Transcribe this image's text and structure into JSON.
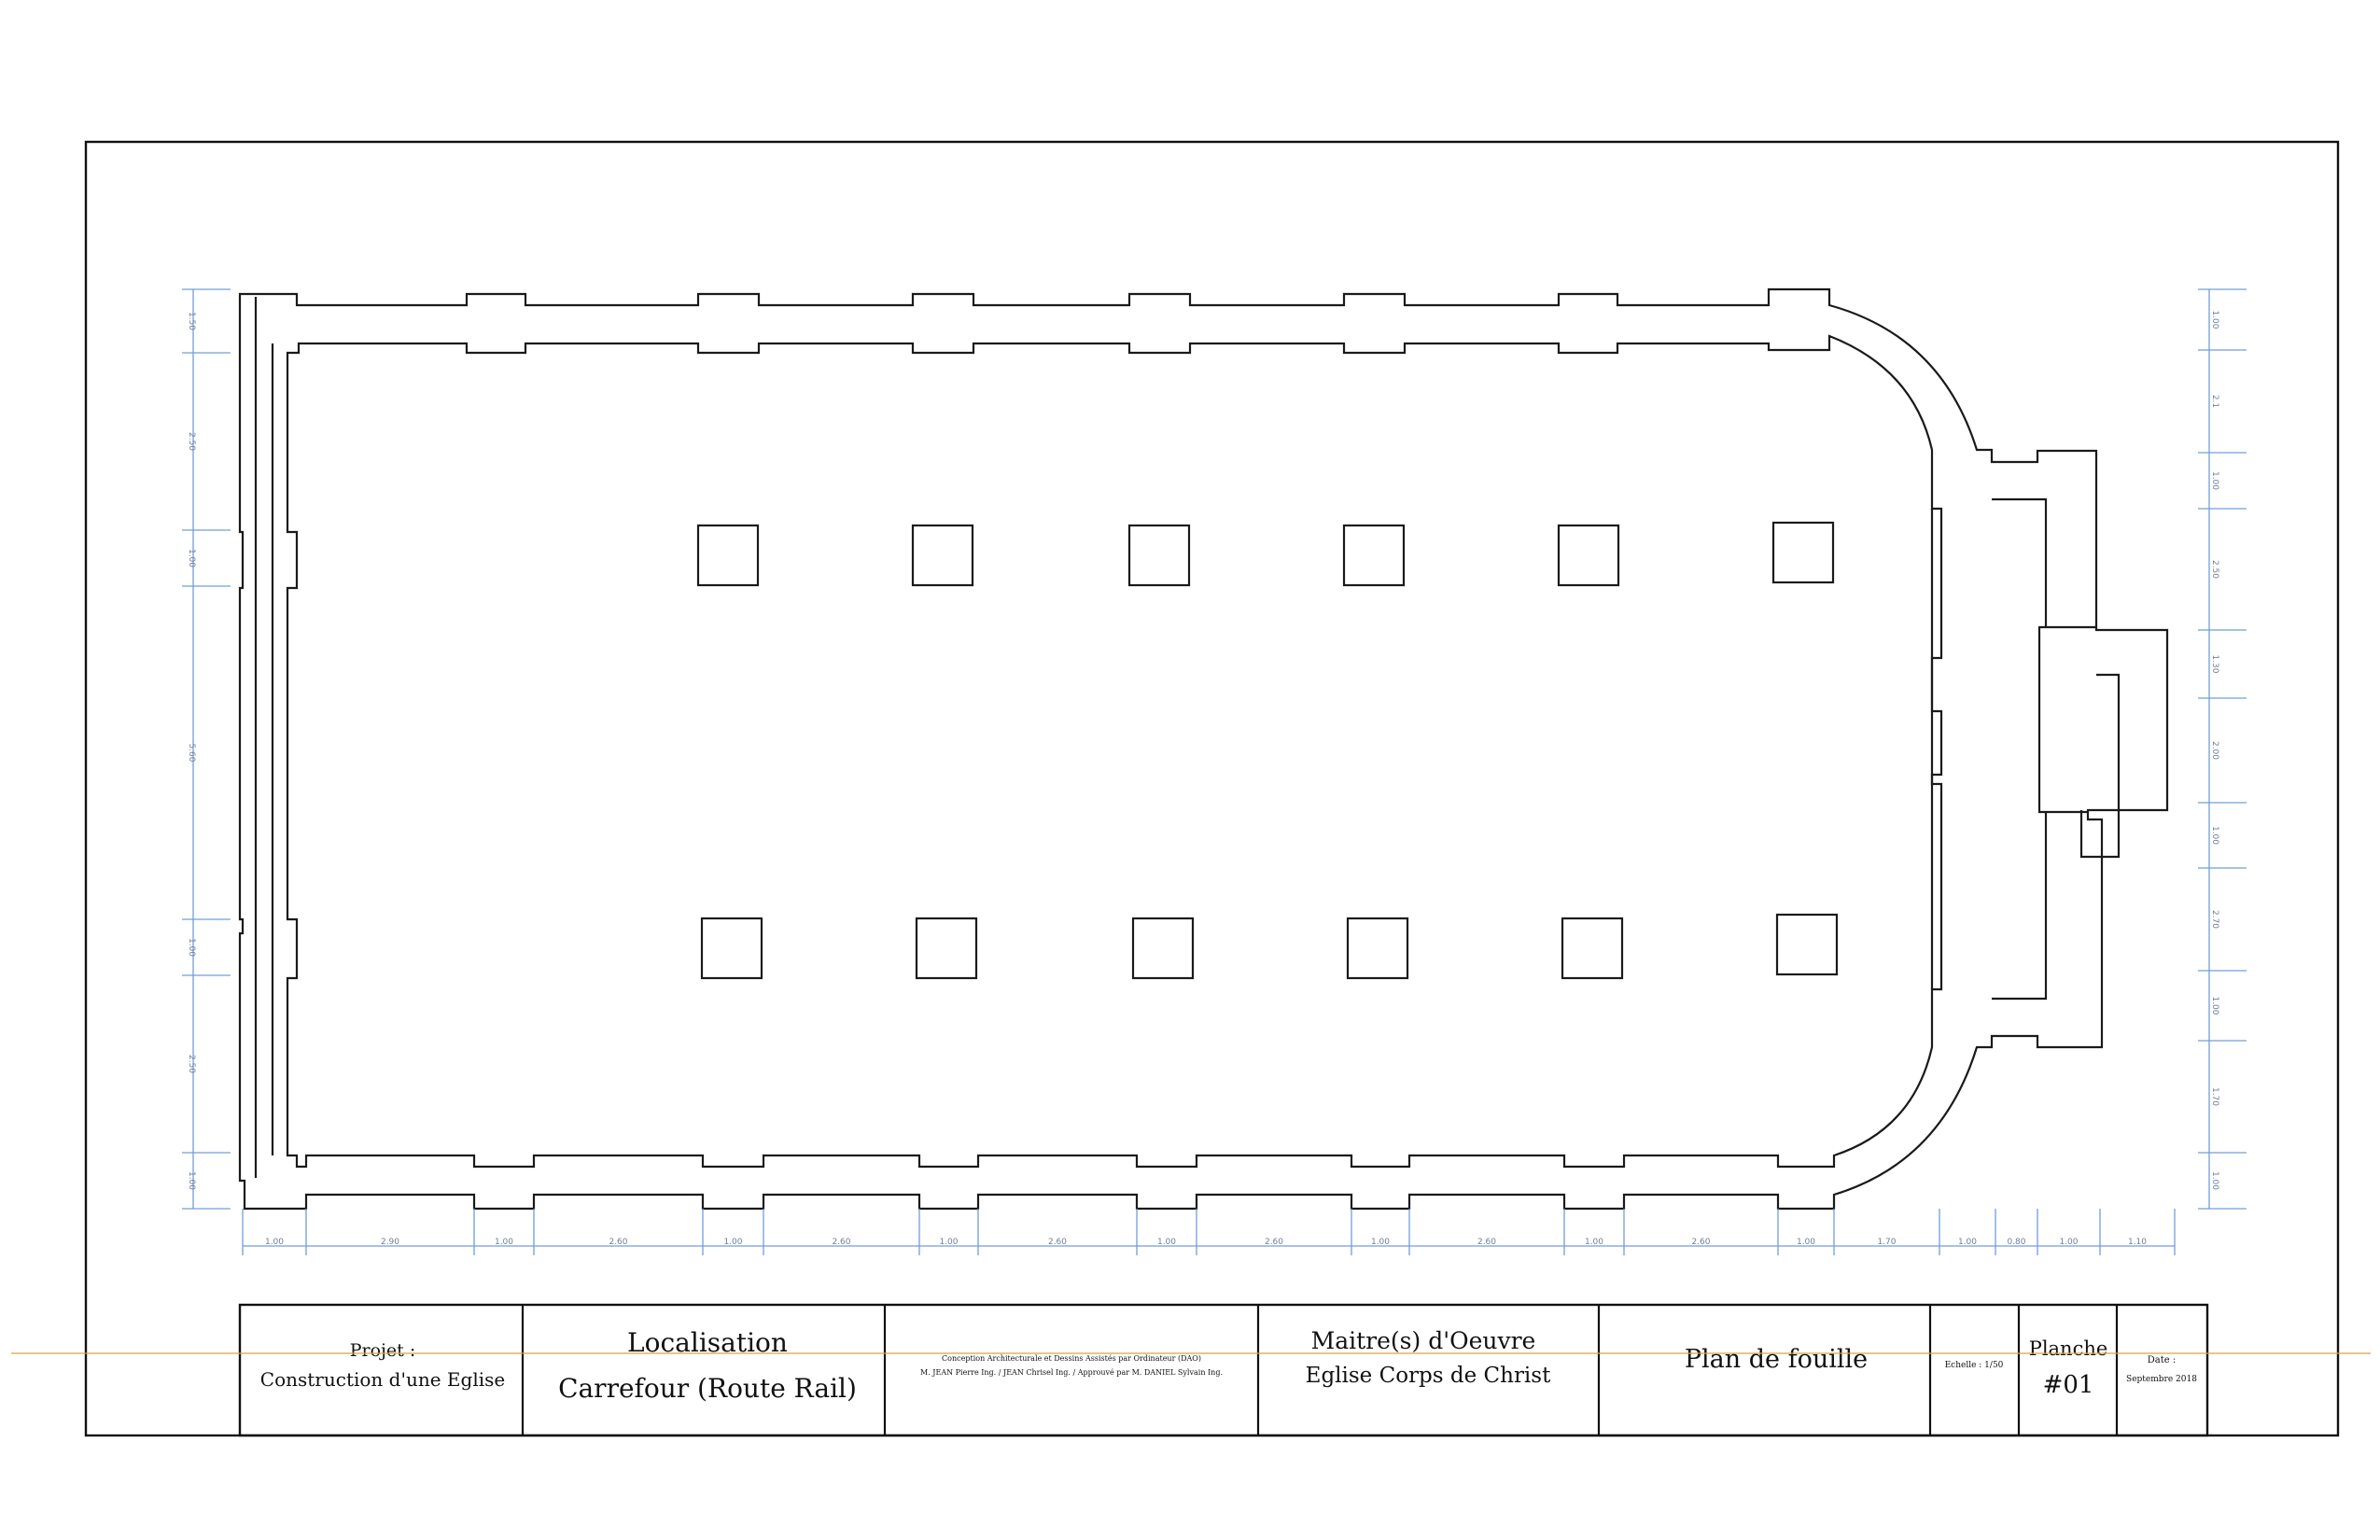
{
  "title_block": {
    "projet_label": "Projet :",
    "projet_value": "Construction d'une Eglise",
    "localisation_label": "Localisation",
    "localisation_value": "Carrefour (Route Rail)",
    "credits_line1": "Conception Architecturale et Dessins Assistés par Ordinateur (DAO)",
    "credits_line2": "M. JEAN Pierre Ing. / JEAN Chrisel Ing. / Approuvé par M. DANIEL Sylvain Ing.",
    "maitre_label": "Maitre(s) d'Oeuvre",
    "maitre_value": "Eglise Corps de Christ",
    "plan_title": "Plan de fouille",
    "echelle": "Echelle : 1/50",
    "planche_label": "Planche",
    "planche_value": "#01",
    "date_label": "Date :",
    "date_value": "Septembre 2018"
  },
  "dimensions": {
    "left": [
      "1.50",
      "2.50",
      "1.00",
      "5.60",
      "1.00",
      "2.50",
      "1.00"
    ],
    "bottom": [
      "1.00",
      "2.90",
      "1.00",
      "2.60",
      "1.00",
      "2.60",
      "1.00",
      "2.60",
      "1.00",
      "2.60",
      "1.00",
      "2.60",
      "1.00",
      "2.60",
      "1.00",
      "1.70",
      "1.00",
      "0.80",
      "1.00",
      "1.10"
    ],
    "right": [
      "1.00",
      "2.1",
      "1.00",
      "2.50",
      "1.30",
      "2.00",
      "1.00",
      "2.70",
      "1.00",
      "1.70",
      "1.00"
    ]
  },
  "colors": {
    "wall": "#1a1a1a",
    "dimension": "#6f9fd8",
    "rule": "#e0a040"
  }
}
